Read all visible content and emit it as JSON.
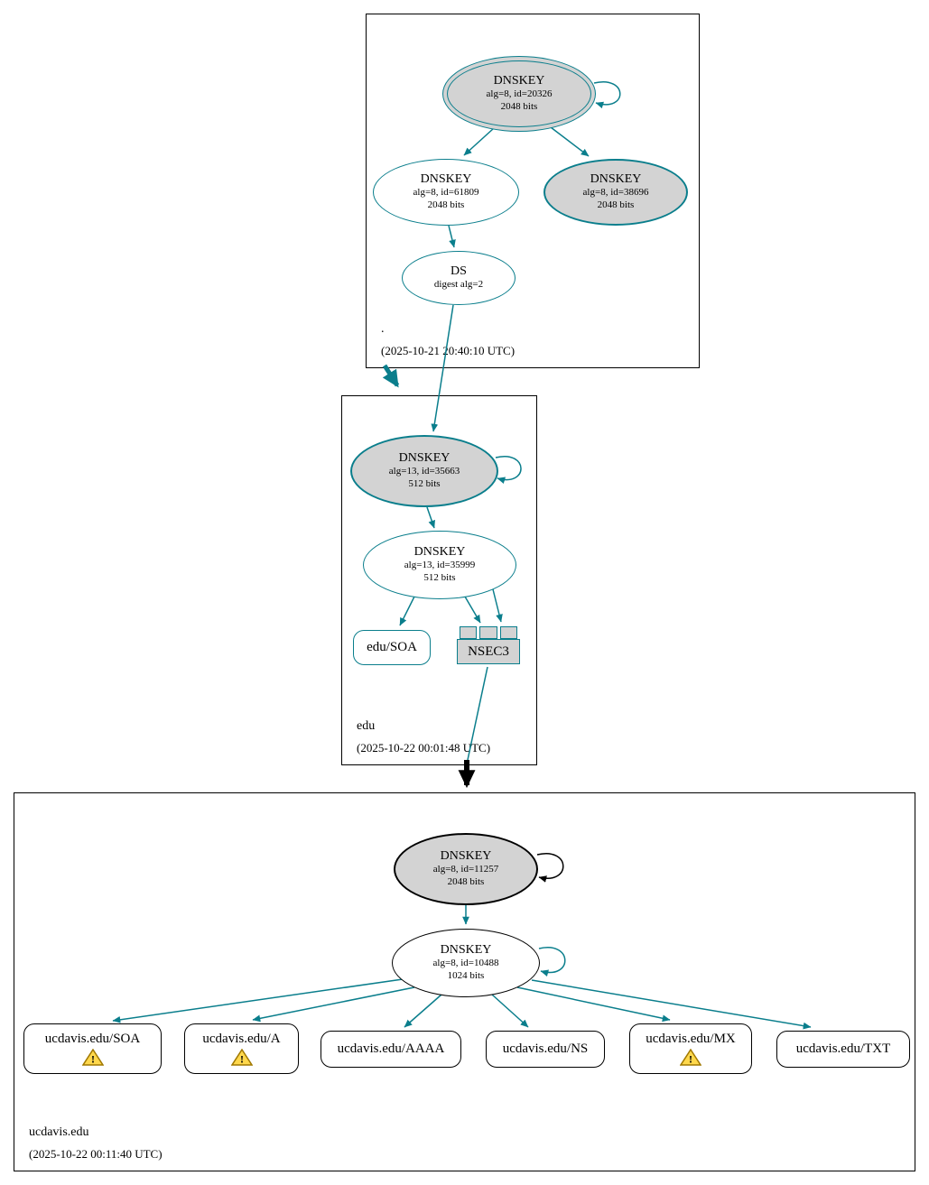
{
  "colors": {
    "secure_teal": "#0a7e8c",
    "insecure_black": "#000000",
    "node_gray": "#d3d3d3",
    "warning_yellow": "#ffd84d"
  },
  "zones": {
    "root": {
      "label": ".",
      "timestamp": "(2025-10-21 20:40:10 UTC)",
      "ksk": {
        "title": "DNSKEY",
        "alg": "alg=8, id=20326",
        "bits": "2048 bits"
      },
      "zsk": {
        "title": "DNSKEY",
        "alg": "alg=8, id=61809",
        "bits": "2048 bits"
      },
      "key2": {
        "title": "DNSKEY",
        "alg": "alg=8, id=38696",
        "bits": "2048 bits"
      },
      "ds": {
        "title": "DS",
        "detail": "digest alg=2"
      }
    },
    "edu": {
      "label": "edu",
      "timestamp": "(2025-10-22 00:01:48 UTC)",
      "ksk": {
        "title": "DNSKEY",
        "alg": "alg=13, id=35663",
        "bits": "512 bits"
      },
      "zsk": {
        "title": "DNSKEY",
        "alg": "alg=13, id=35999",
        "bits": "512 bits"
      },
      "soa": {
        "label": "edu/SOA"
      },
      "nsec3": {
        "label": "NSEC3"
      }
    },
    "ucdavis": {
      "label": "ucdavis.edu",
      "timestamp": "(2025-10-22 00:11:40 UTC)",
      "ksk": {
        "title": "DNSKEY",
        "alg": "alg=8, id=11257",
        "bits": "2048 bits"
      },
      "zsk": {
        "title": "DNSKEY",
        "alg": "alg=8, id=10488",
        "bits": "1024 bits"
      },
      "rrsets": [
        {
          "label": "ucdavis.edu/SOA",
          "warning": true
        },
        {
          "label": "ucdavis.edu/A",
          "warning": true
        },
        {
          "label": "ucdavis.edu/AAAA",
          "warning": false
        },
        {
          "label": "ucdavis.edu/NS",
          "warning": false
        },
        {
          "label": "ucdavis.edu/MX",
          "warning": true
        },
        {
          "label": "ucdavis.edu/TXT",
          "warning": false
        }
      ]
    }
  }
}
